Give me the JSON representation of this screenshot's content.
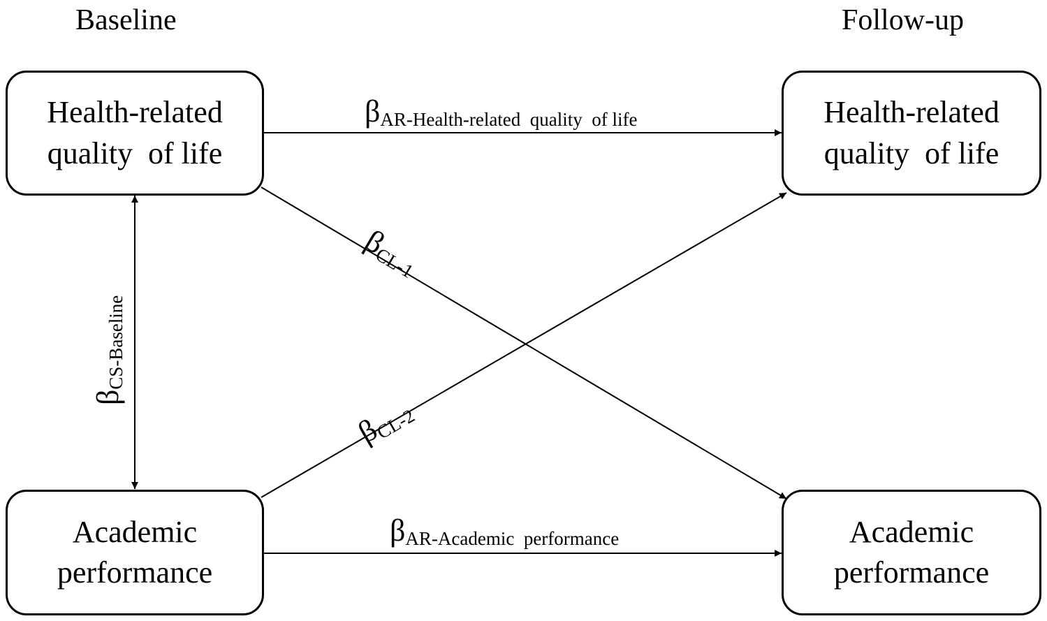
{
  "headers": {
    "left": "Baseline",
    "right": "Follow-up"
  },
  "boxes": {
    "hrqol_baseline": {
      "line1": "Health-related",
      "line2": "quality  of life"
    },
    "acad_baseline": {
      "line1": "Academic",
      "line2": "performance"
    },
    "hrqol_followup": {
      "line1": "Health-related",
      "line2": "quality  of life"
    },
    "acad_followup": {
      "line1": "Academic",
      "line2": "performance"
    }
  },
  "paths": {
    "ar_hrqol": {
      "symbol": "β",
      "subscript": "AR-Health-related  quality  of life"
    },
    "ar_acad": {
      "symbol": "β",
      "subscript": "AR-Academic  performance"
    },
    "cl1": {
      "symbol": "β",
      "subscript": "CL-1"
    },
    "cl2": {
      "symbol": "β",
      "subscript": "CL-2"
    },
    "cs": {
      "symbol": "β",
      "subscript": "CS-Baseline"
    }
  }
}
